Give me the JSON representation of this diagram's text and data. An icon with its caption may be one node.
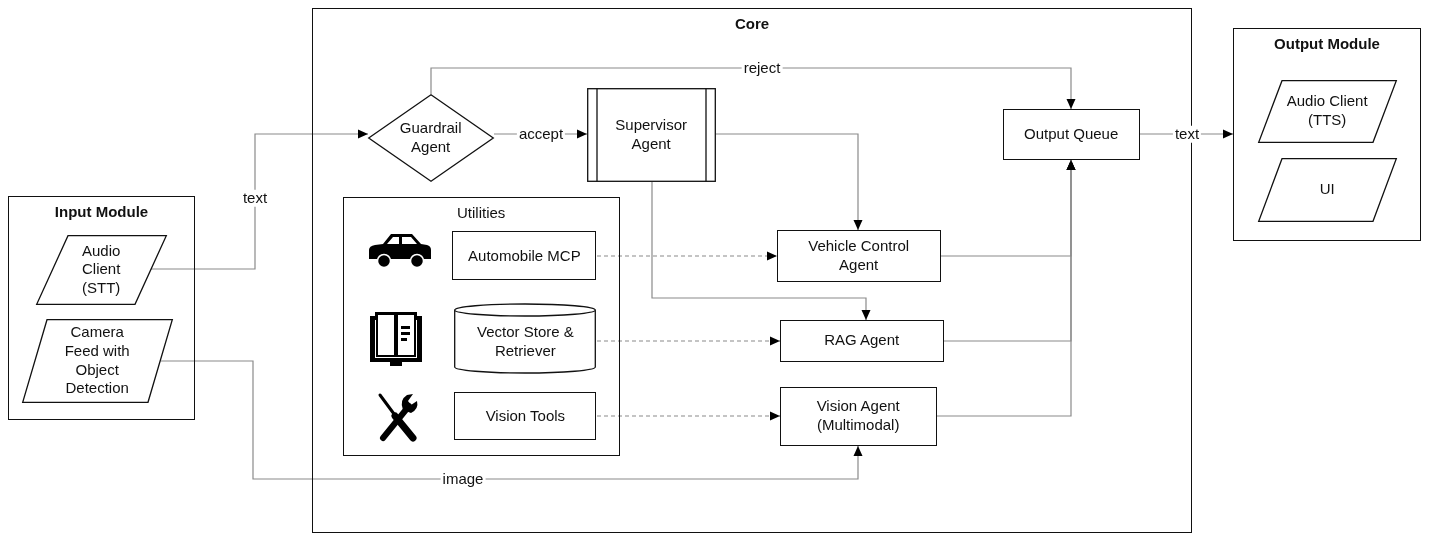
{
  "diagram": {
    "nodes": [
      {
        "text": [
          "Input Module"
        ]
      },
      {
        "text": [
          "Audio Client (STT)"
        ],
        "in": 0
      },
      {
        "text": [
          "Camera Feed with Object Detection"
        ],
        "in": 0
      },
      {
        "text": [
          "Core"
        ]
      },
      {
        "text": [
          "Guardrail Agent"
        ],
        "in": 3
      },
      {
        "text": [
          "Supervisor Agent"
        ],
        "in": 3
      },
      {
        "text": [
          "Utilities"
        ],
        "in": 3
      },
      {
        "text": [
          "Automobile MCP"
        ],
        "in": 6
      },
      {
        "text": [
          "Vector Store & Retriever"
        ],
        "in": 6
      },
      {
        "text": [
          "Vision Tools"
        ],
        "in": 6
      },
      {
        "text": [
          "Output Queue"
        ],
        "in": 3
      },
      {
        "text": [
          "Vehicle Control Agent"
        ],
        "in": 3
      },
      {
        "text": [
          "RAG Agent"
        ],
        "in": 3
      },
      {
        "text": [
          "Vision Agent (Multimodal)"
        ],
        "in": 3
      },
      {
        "text": [
          "Output Module"
        ]
      },
      {
        "text": [
          "Audio Client (TTS)"
        ],
        "in": 14
      },
      {
        "text": [
          "UI"
        ],
        "in": 14
      }
    ],
    "edges": [
      {
        "from": 1,
        "to": 4,
        "arrow": "to",
        "label": "text"
      },
      {
        "from": 4,
        "to": 5,
        "arrow": "to",
        "label": "accept"
      },
      {
        "from": 4,
        "to": 10,
        "arrow": "to",
        "label": "reject"
      },
      {
        "from": 5,
        "to": 11,
        "arrow": "to"
      },
      {
        "from": 5,
        "to": 12,
        "arrow": "to"
      },
      {
        "from": 7,
        "to": 11,
        "arrow": "to",
        "style": "dashed"
      },
      {
        "from": 8,
        "to": 12,
        "arrow": "to",
        "style": "dashed"
      },
      {
        "from": 9,
        "to": 13,
        "arrow": "to",
        "style": "dashed"
      },
      {
        "from": 11,
        "to": 10,
        "arrow": "to"
      },
      {
        "from": 12,
        "to": 10,
        "arrow": "to"
      },
      {
        "from": 13,
        "to": 10,
        "arrow": "to"
      },
      {
        "from": 2,
        "to": 13,
        "arrow": "to",
        "label": "image"
      },
      {
        "from": 10,
        "to": 14,
        "arrow": "to",
        "label": "text"
      }
    ]
  }
}
